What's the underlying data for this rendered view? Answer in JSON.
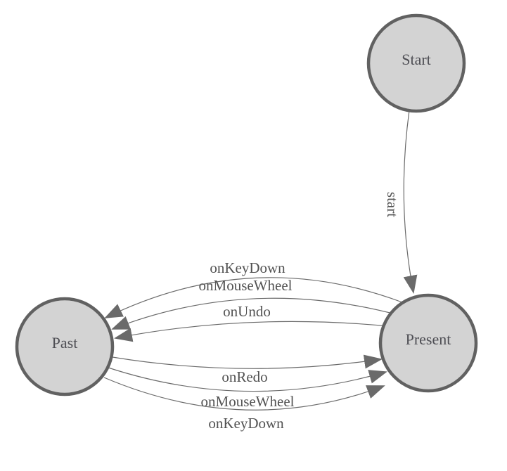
{
  "diagram_type": "state-machine",
  "colors": {
    "background": "#ffffff",
    "node_fill": "#d3d3d3",
    "node_stroke": "#616161",
    "edge": "#6b6b6b",
    "arrow": "#6a6a6a",
    "node_label": "#4e4e54",
    "edge_label": "#525252"
  },
  "nodes": {
    "start": {
      "label": "Start"
    },
    "present": {
      "label": "Present"
    },
    "past": {
      "label": "Past"
    }
  },
  "edges": {
    "start_to_present": {
      "from": "Start",
      "to": "Present",
      "label": "start"
    },
    "present_to_past": [
      {
        "from": "Present",
        "to": "Past",
        "label": "onKeyDown"
      },
      {
        "from": "Present",
        "to": "Past",
        "label": "onMouseWheel"
      },
      {
        "from": "Present",
        "to": "Past",
        "label": "onUndo"
      }
    ],
    "past_to_present": [
      {
        "from": "Past",
        "to": "Present",
        "label": "onRedo"
      },
      {
        "from": "Past",
        "to": "Present",
        "label": "onMouseWheel"
      },
      {
        "from": "Past",
        "to": "Present",
        "label": "onKeyDown"
      }
    ]
  }
}
